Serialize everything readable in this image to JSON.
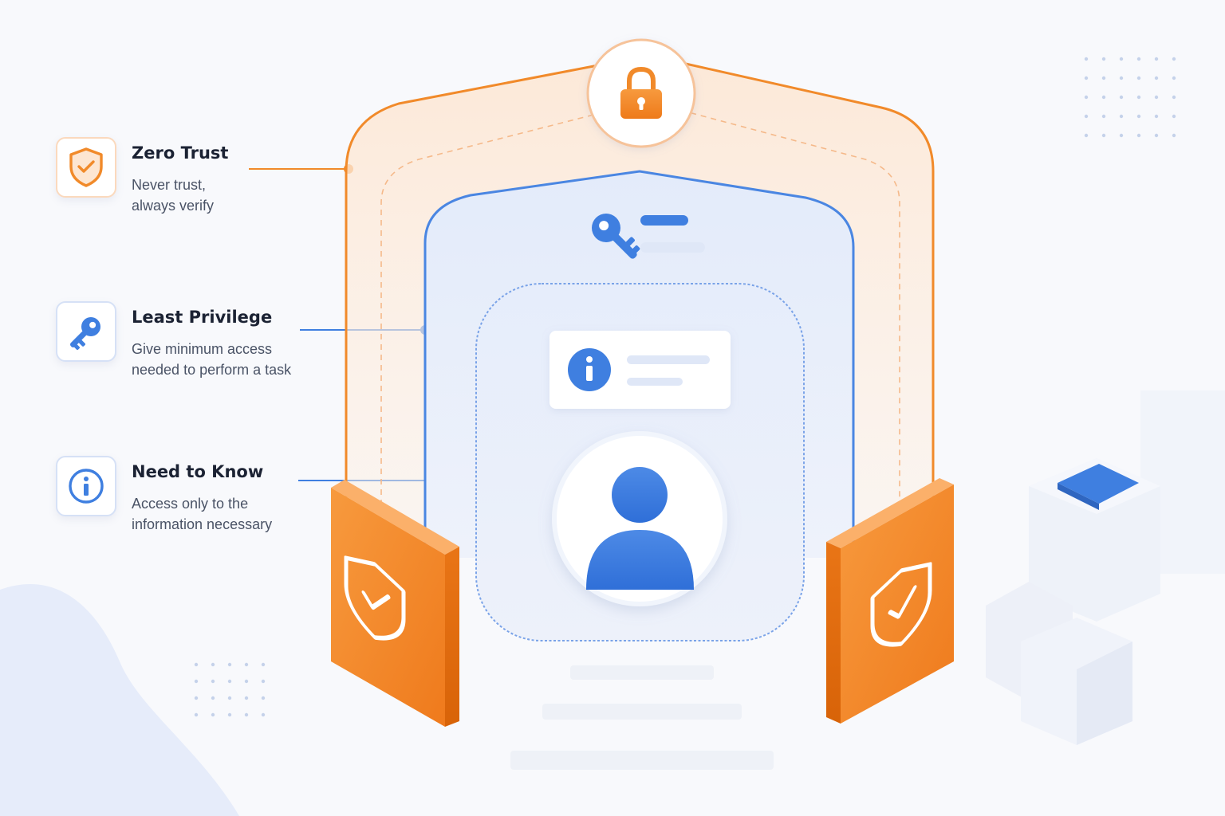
{
  "principles": [
    {
      "id": "zero-trust",
      "title": "Zero Trust",
      "description": "Never trust, always verify",
      "icon": "shield-check-icon",
      "accent": "#f18a2a"
    },
    {
      "id": "least-privilege",
      "title": "Least Privilege",
      "description": "Give minimum access needed to perform a task",
      "icon": "key-icon",
      "accent": "#3f7fe0"
    },
    {
      "id": "need-to-know",
      "title": "Need to Know",
      "description": "Access only to the information necessary",
      "icon": "info-icon",
      "accent": "#3f7fe0"
    }
  ],
  "colors": {
    "orange": "#f18a2a",
    "orange_dark": "#e06d10",
    "blue": "#3f7fe0",
    "blue_light": "#6b9ae8",
    "background": "#f8f9fc"
  },
  "icons": {
    "top": "padlock-icon",
    "middle_layer": "key-icon",
    "inner_card": "info-icon",
    "center": "user-avatar-icon",
    "gate_left": "shield-check-icon",
    "gate_right": "shield-check-icon"
  }
}
